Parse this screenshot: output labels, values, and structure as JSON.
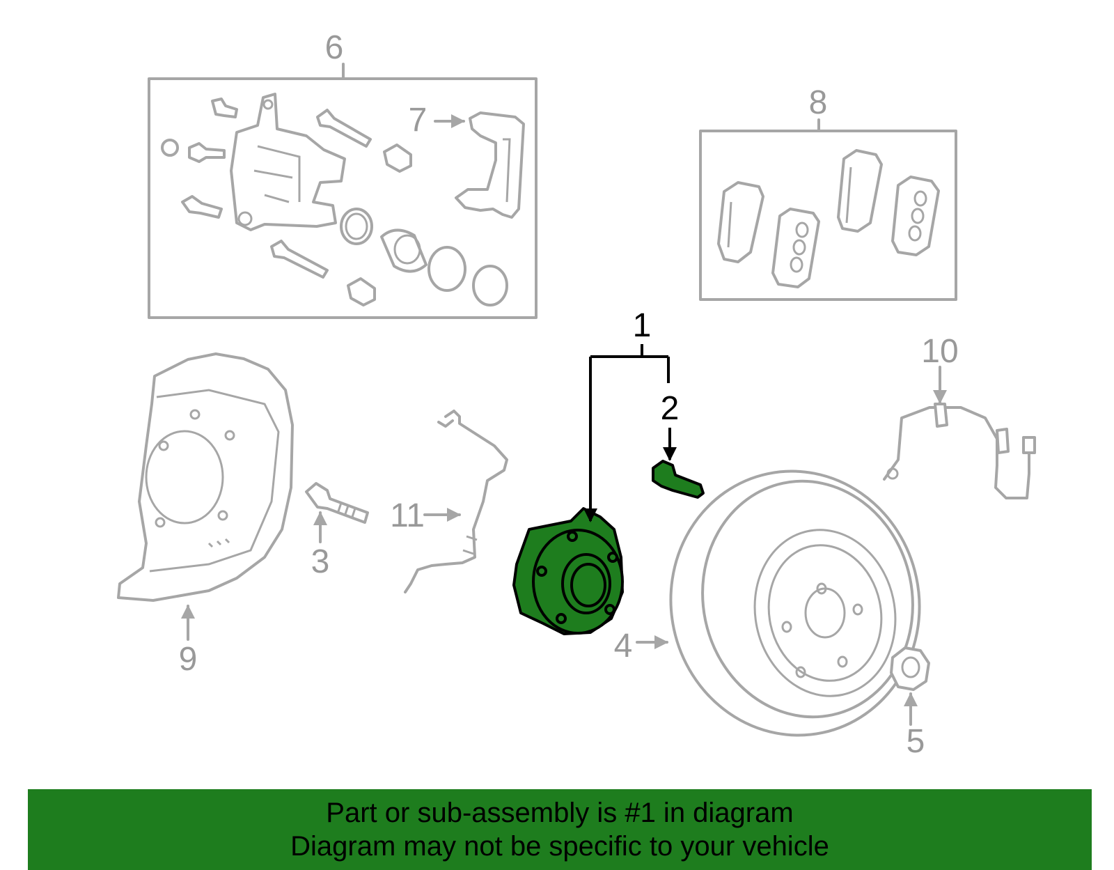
{
  "callouts": {
    "c1": "1",
    "c2": "2",
    "c3": "3",
    "c4": "4",
    "c5": "5",
    "c6": "6",
    "c7": "7",
    "c8": "8",
    "c9": "9",
    "c10": "10",
    "c11": "11"
  },
  "highlighted_part": "1",
  "colors": {
    "highlight": "#1e7d1e",
    "banner": "#1e7d1e",
    "line_gray": "#a6a6a6",
    "label_gray": "#999999"
  },
  "banner": {
    "line1": "Part or sub-assembly is #1 in diagram",
    "line2": "Diagram may not be specific to your vehicle"
  }
}
